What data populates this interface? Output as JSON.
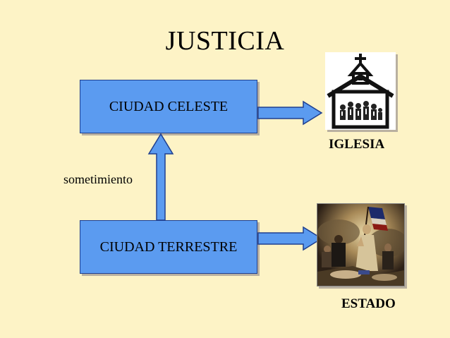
{
  "title": "JUSTICIA",
  "boxes": {
    "celeste": "CIUDAD CELESTE",
    "terrestre": "CIUDAD TERRESTRE"
  },
  "labels": {
    "sometimiento": "sometimiento",
    "iglesia": "IGLESIA",
    "estado": "ESTADO"
  },
  "colors": {
    "background": "#fdf3c6",
    "box_fill": "#5b9bf0",
    "box_border": "#1f3f8f"
  },
  "icons": {
    "church": "church-icon",
    "painting": "liberty-painting-image"
  }
}
